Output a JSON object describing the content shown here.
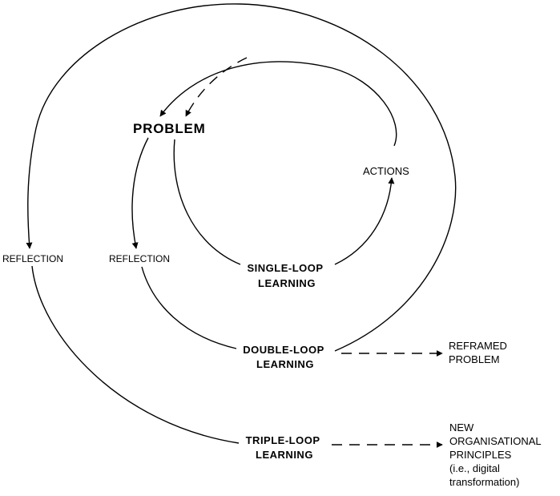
{
  "labels": {
    "problem": "PROBLEM",
    "actions": "ACTIONS",
    "reflection_outer": "REFLECTION",
    "reflection_inner": "REFLECTION",
    "single_loop": [
      "SINGLE-LOOP",
      "LEARNING"
    ],
    "double_loop": [
      "DOUBLE-LOOP",
      "LEARNING"
    ],
    "triple_loop": [
      "TRIPLE-LOOP",
      "LEARNING"
    ],
    "reframed_problem": [
      "REFRAMED",
      "PROBLEM"
    ],
    "new_principles": [
      "NEW",
      "ORGANISATIONAL",
      "PRINCIPLES",
      "(i.e., digital",
      "transformation)"
    ]
  },
  "colors": {
    "line": "#000000",
    "background": "#ffffff"
  }
}
